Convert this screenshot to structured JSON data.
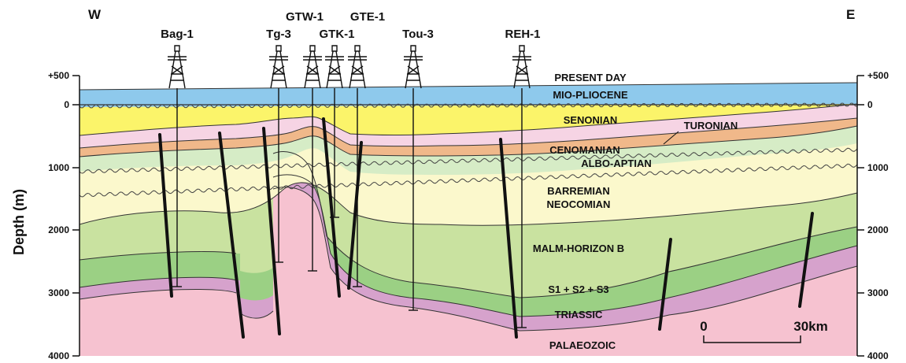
{
  "compass": {
    "west": "W",
    "east": "E"
  },
  "axis": {
    "ylabel": "Depth (m)",
    "left_ticks": [
      "+500",
      "0",
      "1000",
      "2000",
      "3000",
      "4000"
    ],
    "right_ticks": [
      "+500",
      "0",
      "1000",
      "2000",
      "3000",
      "4000"
    ]
  },
  "wells": [
    {
      "id": "bag1",
      "name": "Bag-1"
    },
    {
      "id": "tg3",
      "name": "Tg-3"
    },
    {
      "id": "gtw1",
      "name": "GTW-1"
    },
    {
      "id": "gtk1",
      "name": "GTK-1"
    },
    {
      "id": "gte1",
      "name": "GTE-1"
    },
    {
      "id": "tou3",
      "name": "Tou-3"
    },
    {
      "id": "reh1",
      "name": "REH-1"
    }
  ],
  "units": {
    "present_day": "PRESENT DAY",
    "mio_pliocene": "MIO-PLIOCENE",
    "senonian": "SENONIAN",
    "turonian": "TURONIAN",
    "cenomanian": "CENOMANIAN",
    "albo_aptian": "ALBO-APTIAN",
    "barremian": "BARREMIAN",
    "neocomian": "NEOCOMIAN",
    "malm": "MALM-HORIZON B",
    "s1s2s3": "S1 + S2 + S3",
    "triassic": "TRIASSIC",
    "palaeozoic": "PALAEOZOIC"
  },
  "scale": {
    "start": "0",
    "end": "30km"
  },
  "colors": {
    "sea": "#8ec9ec",
    "senonian": "#fbf46a",
    "turonian": "#f6d4e4",
    "cenomanian": "#f0b88a",
    "albo_aptian": "#d6ecc6",
    "barremian": "#fbf8cc",
    "malm": "#c9e2a0",
    "s1s2s3": "#9bd084",
    "triassic": "#d6a2cc",
    "palaeozoic": "#f6c2d0"
  }
}
